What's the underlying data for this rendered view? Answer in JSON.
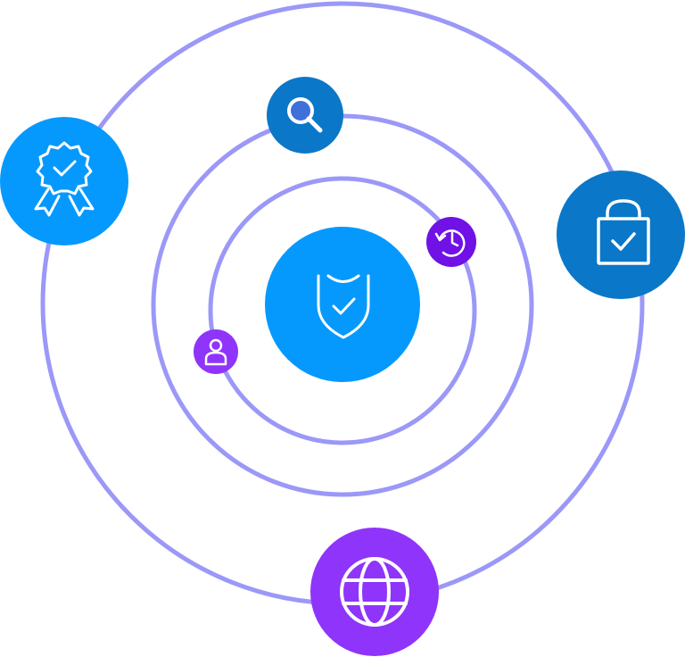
{
  "colors": {
    "orbit_ring": "#9b98f8",
    "blue_bright": "#0699fd",
    "blue_dark": "#0b77c9",
    "purple": "#8f34fa",
    "purple_dark": "#7011e5",
    "icon_stroke": "#ffffff"
  },
  "center": {
    "icon": "shield-check-icon",
    "color": "#0699fd"
  },
  "orbits": [
    {
      "name": "inner-orbit-ring"
    },
    {
      "name": "middle-orbit-ring"
    },
    {
      "name": "outer-orbit-ring"
    }
  ],
  "nodes": [
    {
      "name": "award-badge-node",
      "icon": "award-ribbon-icon",
      "color": "#0699fd"
    },
    {
      "name": "search-node",
      "icon": "search-icon",
      "color": "#0b77c9"
    },
    {
      "name": "lock-node",
      "icon": "lock-check-icon",
      "color": "#0b77c9"
    },
    {
      "name": "history-node",
      "icon": "history-icon",
      "color": "#7011e5"
    },
    {
      "name": "user-node",
      "icon": "user-icon",
      "color": "#8f34fa"
    },
    {
      "name": "globe-node",
      "icon": "globe-icon",
      "color": "#8f34fa"
    }
  ]
}
